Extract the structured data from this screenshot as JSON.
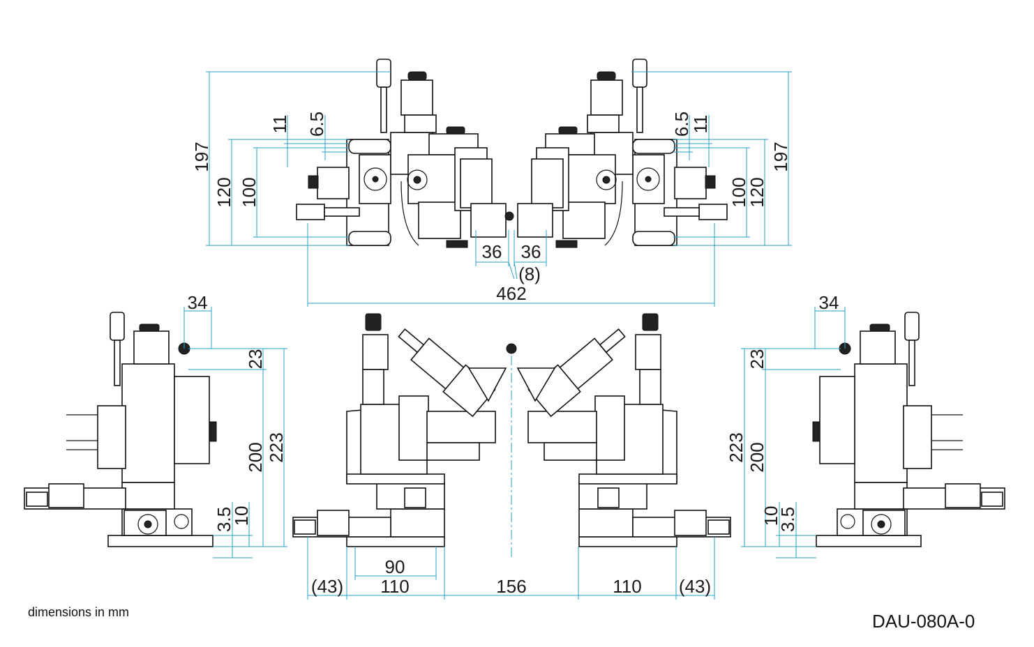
{
  "dimensions": {
    "top_left": {
      "height_total": "197",
      "height_a": "120",
      "height_b": "100",
      "off_a": "11",
      "off_b": "6.5"
    },
    "top_right": {
      "height_total": "197",
      "height_a": "120",
      "height_b": "100",
      "off_a": "11",
      "off_b": "6.5"
    },
    "top_center": {
      "left_36": "36",
      "right_36": "36",
      "gap": "(8)",
      "overall": "462"
    },
    "side_left": {
      "top_offset": "34",
      "upper": "23",
      "mid": "200",
      "full": "223",
      "low_a": "3.5",
      "low_b": "10"
    },
    "side_right": {
      "top_offset": "34",
      "upper": "23",
      "mid": "200",
      "full": "223",
      "low_a": "10",
      "low_b": "3.5"
    },
    "front_bottom": {
      "inner_90": "90",
      "left_43": "(43)",
      "left_110": "110",
      "center_156": "156",
      "right_110": "110",
      "right_43": "(43)"
    }
  },
  "notes": {
    "units": "dimensions in mm",
    "model": "DAU-080A-0"
  },
  "colors": {
    "dimension_line": "#2a9fd0",
    "ink": "#111111"
  }
}
